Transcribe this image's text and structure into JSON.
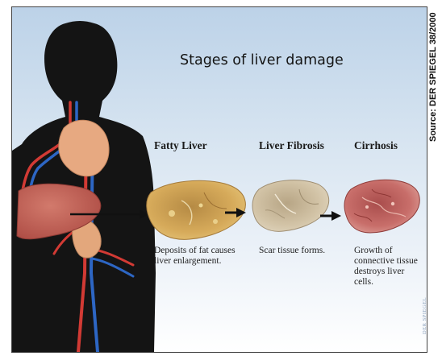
{
  "title": "Stages of liver damage",
  "stages": [
    {
      "label": "Fatty Liver",
      "description": "Deposits of fat causes liver enlargement."
    },
    {
      "label": "Liver Fibrosis",
      "description": "Scar tissue forms."
    },
    {
      "label": "Cirrhosis",
      "description": "Growth of connective tissue destroys liver cells."
    }
  ],
  "source": "Source: DER SPIEGEL 38/2000",
  "watermark": "DER SPIEGEL",
  "colors": {
    "background_top": "#bcd2e8",
    "silhouette": "#141414",
    "artery": "#d23a34",
    "vein": "#2d66c4",
    "heart": "#e7a981",
    "liver_body": "#c0625a",
    "fatty_liver": "#c99a4c",
    "fibrosis_liver": "#c9b89a",
    "cirrhosis_liver": "#c46a66"
  }
}
